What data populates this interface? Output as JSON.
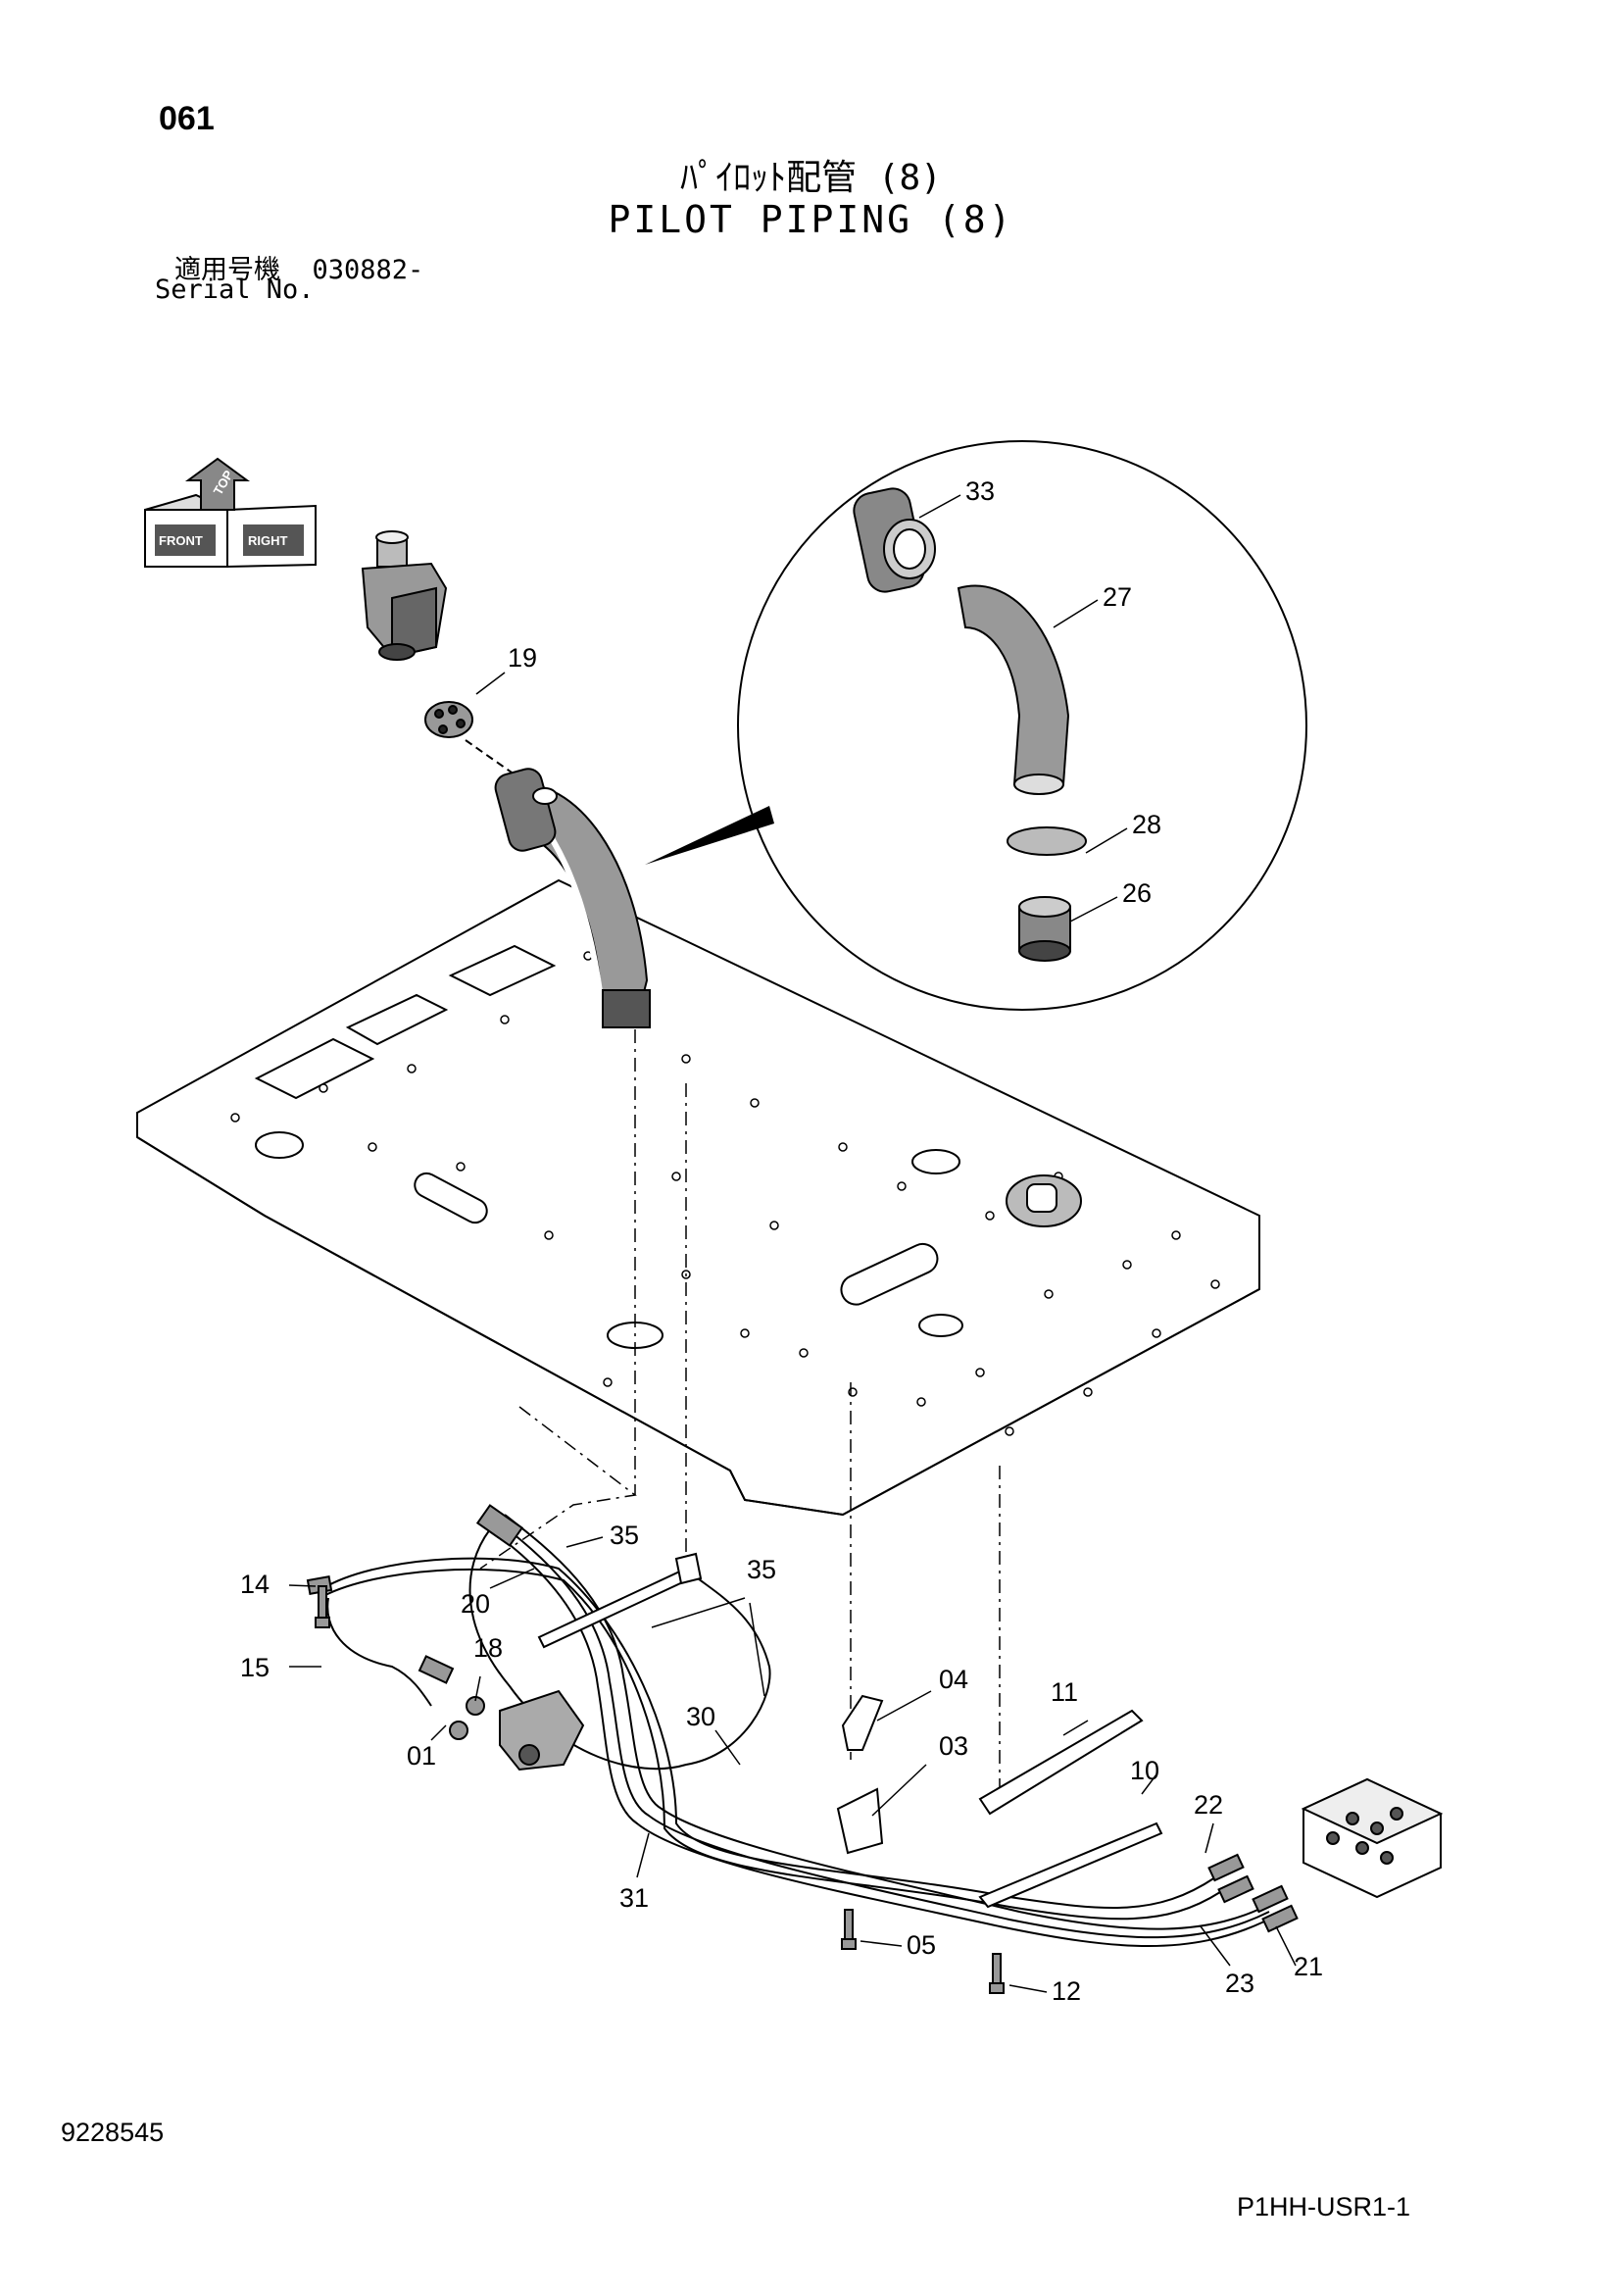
{
  "header": {
    "page_number": "061",
    "title_ja": "ﾊﾟｲﾛｯﾄ配管 (8)",
    "title_en": "PILOT PIPING (8)",
    "serial_label_ja": "適用号機",
    "serial_value": "030882-",
    "serial_label_en": "Serial No."
  },
  "footer": {
    "drawing_number": "9228545",
    "model_code": "P1HH-USR1-1"
  },
  "orientation_marker": {
    "top": "TOP",
    "front": "FRONT",
    "right": "RIGHT"
  },
  "part_callouts": [
    "33",
    "27",
    "28",
    "26",
    "19",
    "35",
    "35",
    "14",
    "20",
    "18",
    "15",
    "01",
    "30",
    "04",
    "11",
    "03",
    "10",
    "22",
    "31",
    "05",
    "12",
    "23",
    "21"
  ]
}
